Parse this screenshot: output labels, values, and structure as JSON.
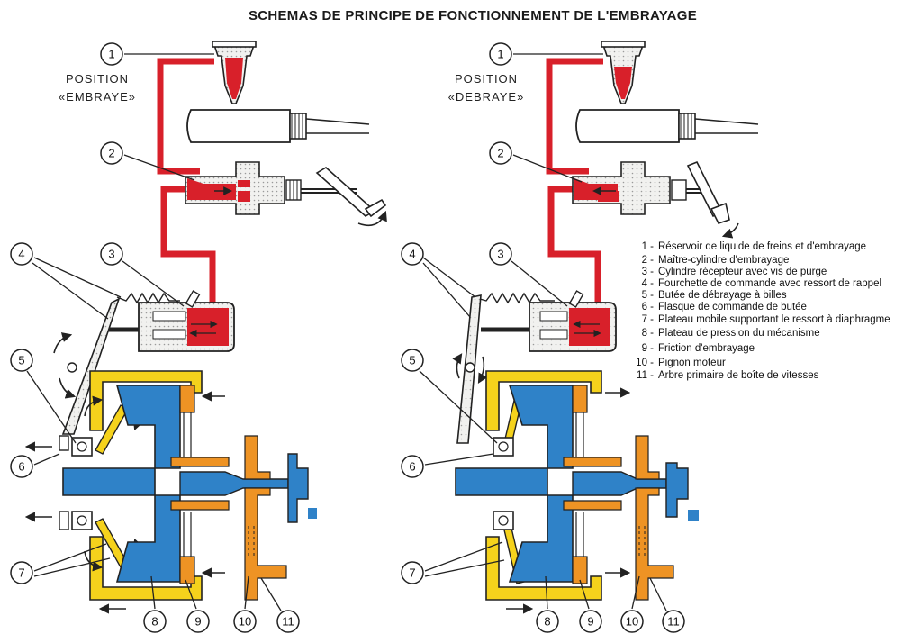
{
  "title": "SCHEMAS DE PRINCIPE DE FONCTIONNEMENT DE L'EMBRAYAGE",
  "panels": [
    {
      "position_line1": "POSITION",
      "position_line2": "«EMBRAYE»"
    },
    {
      "position_line1": "POSITION",
      "position_line2": "«DEBRAYE»"
    }
  ],
  "callout_numbers": [
    "1",
    "2",
    "3",
    "4",
    "5",
    "6",
    "7",
    "8",
    "9",
    "10",
    "11"
  ],
  "legend": [
    {
      "num": "1",
      "text": "Réservoir de liquide de freins et d'embrayage"
    },
    {
      "num": "2",
      "text": "Maître-cylindre d'embrayage"
    },
    {
      "num": "3",
      "text": "Cylindre récepteur avec vis de purge"
    },
    {
      "num": "4",
      "text": "Fourchette de commande avec ressort de rappel"
    },
    {
      "num": "5",
      "text": "Butée de débrayage à billes"
    },
    {
      "num": "6",
      "text": "Flasque de commande de butée"
    },
    {
      "num": "7",
      "text": "Plateau mobile supportant le ressort à diaphragme"
    },
    {
      "num": "8",
      "text": "Plateau de pression du mécanisme"
    },
    {
      "num": "9",
      "text": "Friction d'embrayage"
    },
    {
      "num": "10",
      "text": "Pignon moteur"
    },
    {
      "num": "11",
      "text": "Arbre primaire de boîte de vitesses"
    }
  ],
  "colors": {
    "hydraulic": "#d8202a",
    "housing": "#f5d21c",
    "flywheel": "#2f82c8",
    "disc": "#ee9324",
    "body_fill": "#f1f1ef",
    "line": "#222222"
  }
}
